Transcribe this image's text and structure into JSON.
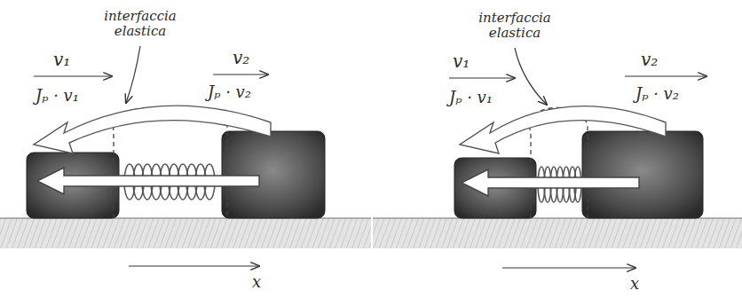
{
  "diagram": {
    "labels": [
      "interfaccia elastica",
      "v₁",
      "v₂",
      "Jₚ · v₁",
      "Jₚ · v₂",
      "x",
      "interfaccia elastica",
      "v₁",
      "v₂",
      "Jₚ · v₁",
      "Jₚ · v₂",
      "x"
    ]
  }
}
